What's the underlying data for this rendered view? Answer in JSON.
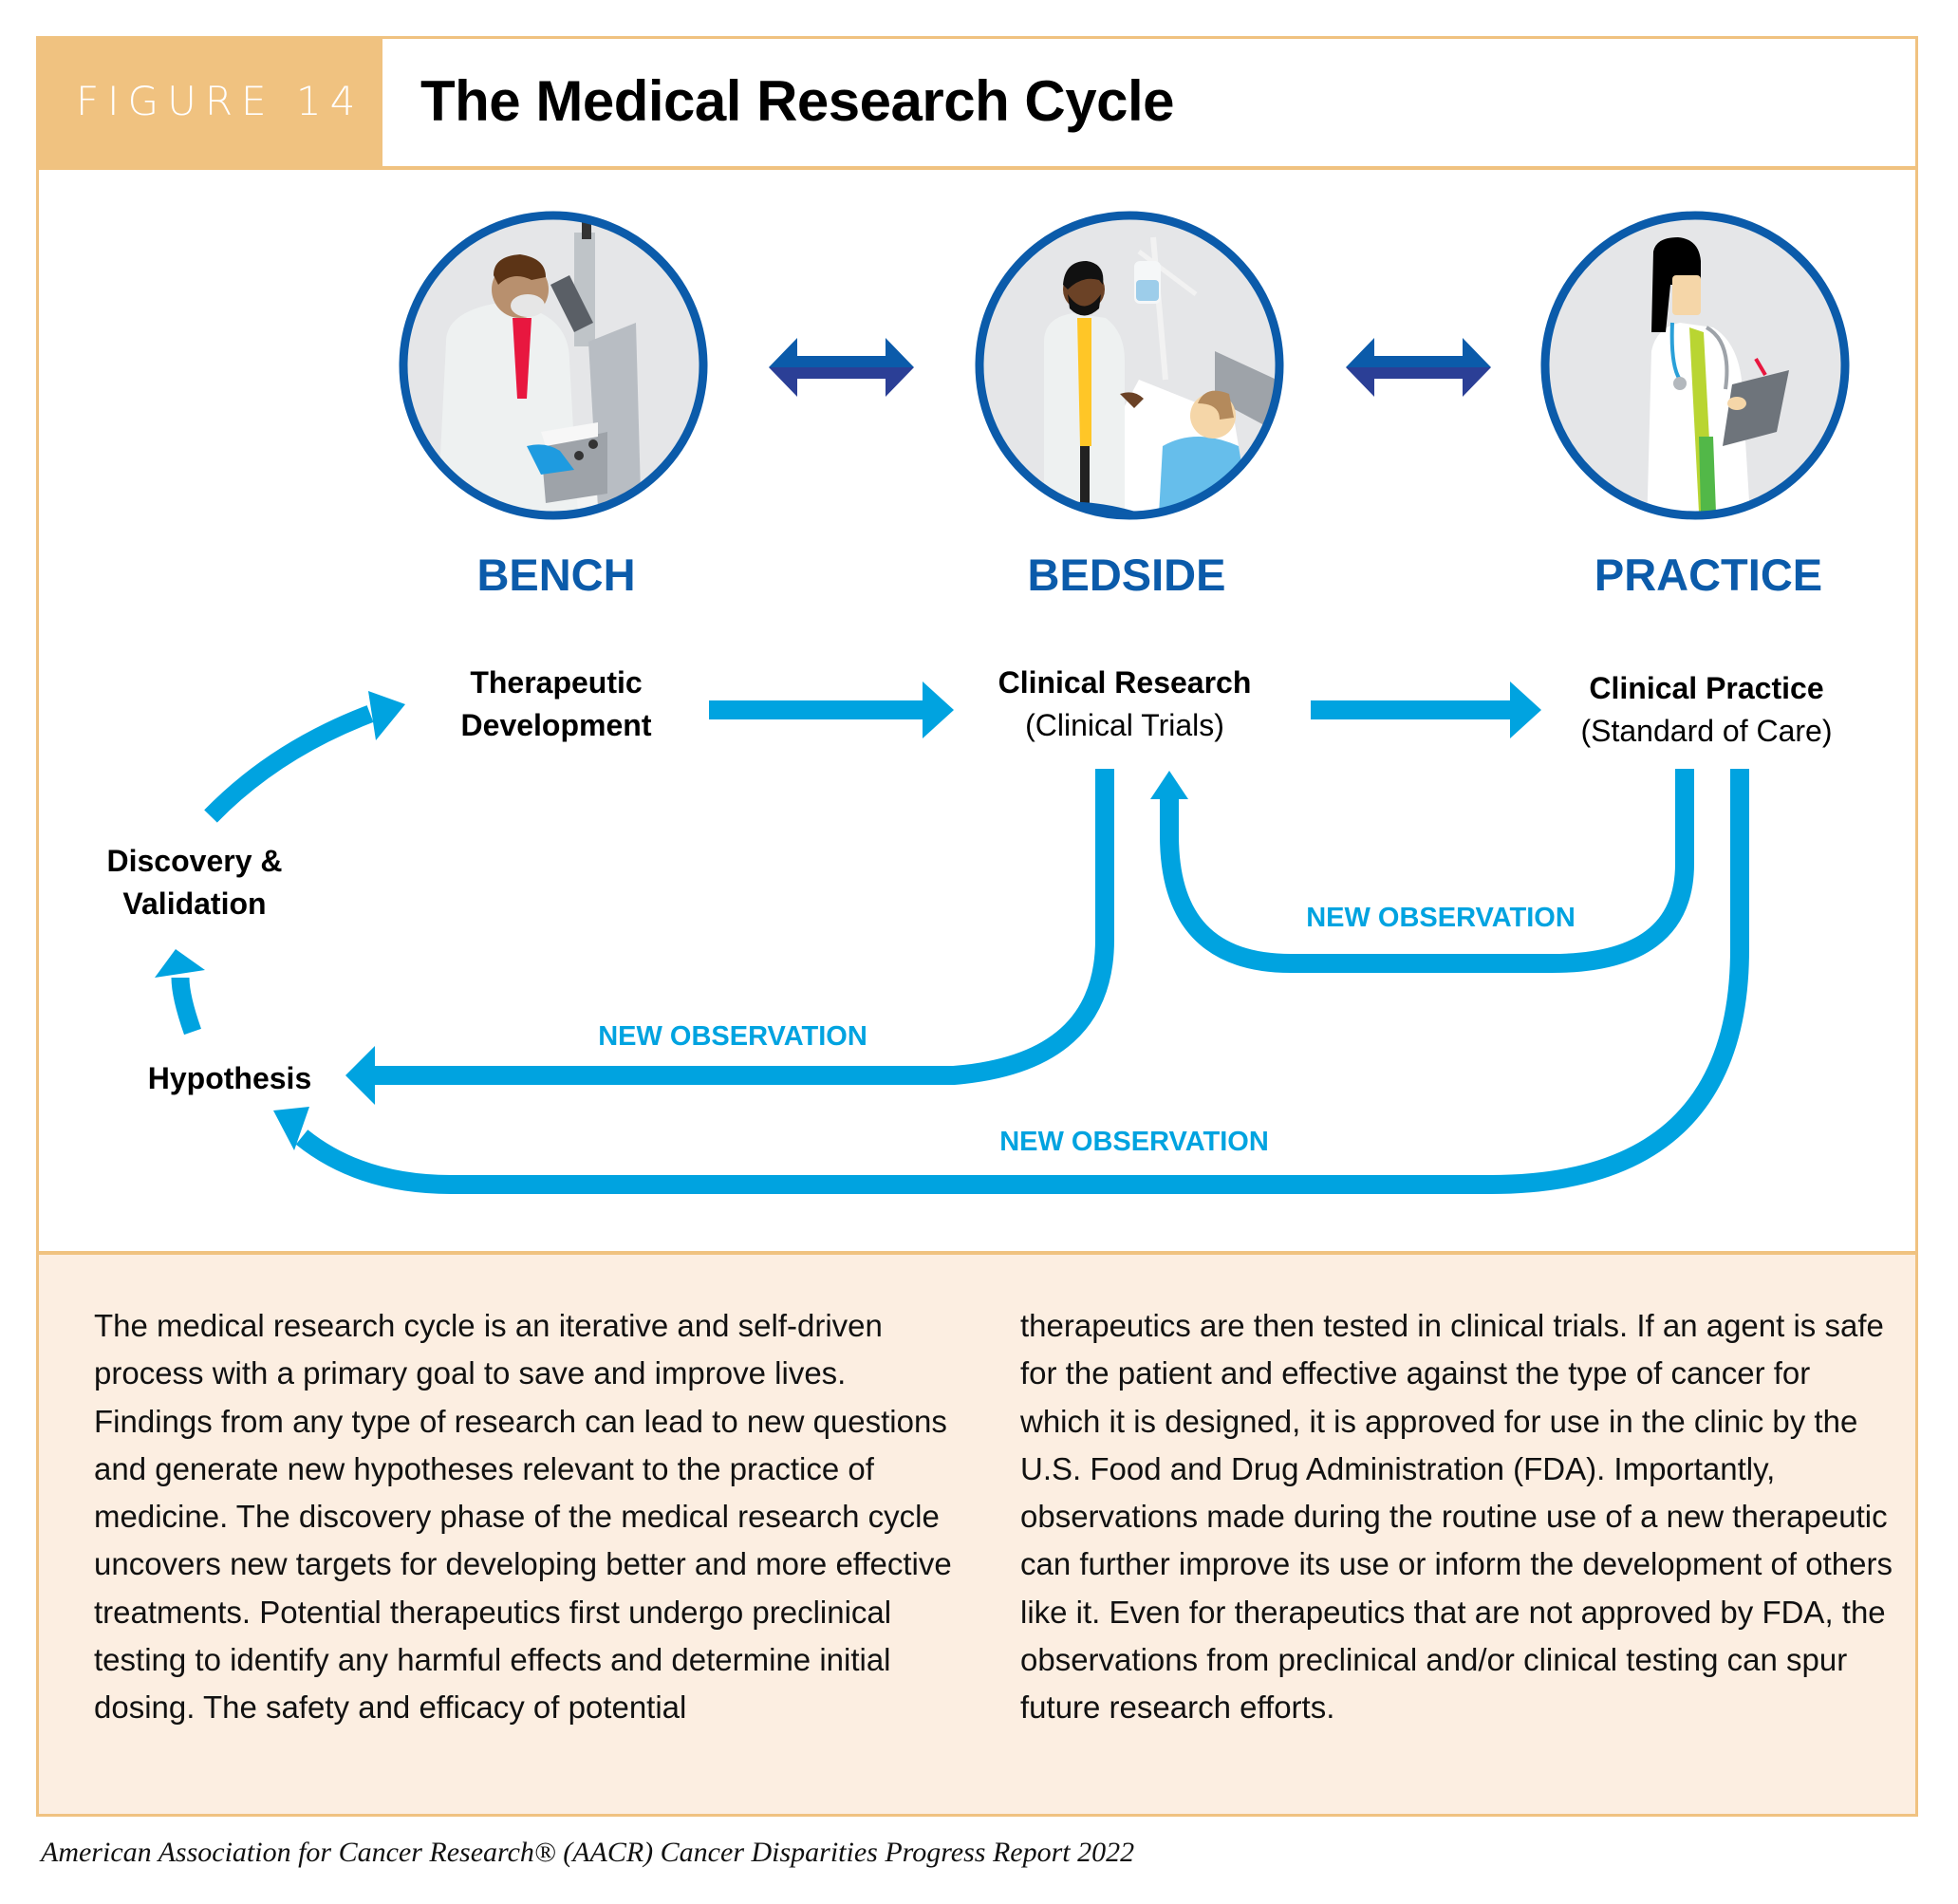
{
  "header": {
    "figure_label": "FIGURE 14",
    "title": "The Medical Research Cycle"
  },
  "colors": {
    "frame": "#F0C280",
    "stage_blue": "#0B5BAA",
    "arrow_cyan": "#00A3E0",
    "double_arrow_navy": "#1F4E9E",
    "text_bg": "#FCEEE1"
  },
  "stages": [
    {
      "label": "BENCH",
      "illustration": "scientist-microscope-icon"
    },
    {
      "label": "BEDSIDE",
      "illustration": "doctor-patient-bed-icon"
    },
    {
      "label": "PRACTICE",
      "illustration": "doctor-clipboard-icon"
    }
  ],
  "nodes": {
    "therapeutic_development": {
      "line1": "Therapeutic",
      "line2": "Development"
    },
    "clinical_research": {
      "line1": "Clinical Research",
      "line2": "(Clinical Trials)"
    },
    "clinical_practice": {
      "line1": "Clinical Practice",
      "line2": "(Standard of Care)"
    },
    "discovery_validation": {
      "line1": "Discovery &",
      "line2": "Validation"
    },
    "hypothesis": {
      "line1": "Hypothesis"
    }
  },
  "observations": [
    "NEW OBSERVATION",
    "NEW OBSERVATION",
    "NEW OBSERVATION"
  ],
  "description": {
    "col1": "The medical research cycle is an iterative and self-driven process with a primary goal to save and improve lives. Findings from any type of research can lead to new questions and generate new hypotheses relevant to the practice of medicine. The discovery phase of the medical research cycle uncovers new targets for developing better and more effective treatments. Potential therapeutics first undergo preclinical testing to identify any harmful effects and determine initial dosing. The safety and efficacy of potential",
    "col2": "therapeutics are then tested in clinical trials. If an agent is safe for the patient and effective against the type of cancer for which it is designed, it is approved for use in the clinic by the U.S. Food and Drug Administration (FDA). Importantly, observations made during the routine use of a new therapeutic can further improve its use or inform the development of others like it. Even for therapeutics that are not approved by FDA, the observations from preclinical and/or clinical testing can spur future research efforts."
  },
  "footer": "American Association for Cancer Research® (AACR) Cancer Disparities Progress Report 2022"
}
